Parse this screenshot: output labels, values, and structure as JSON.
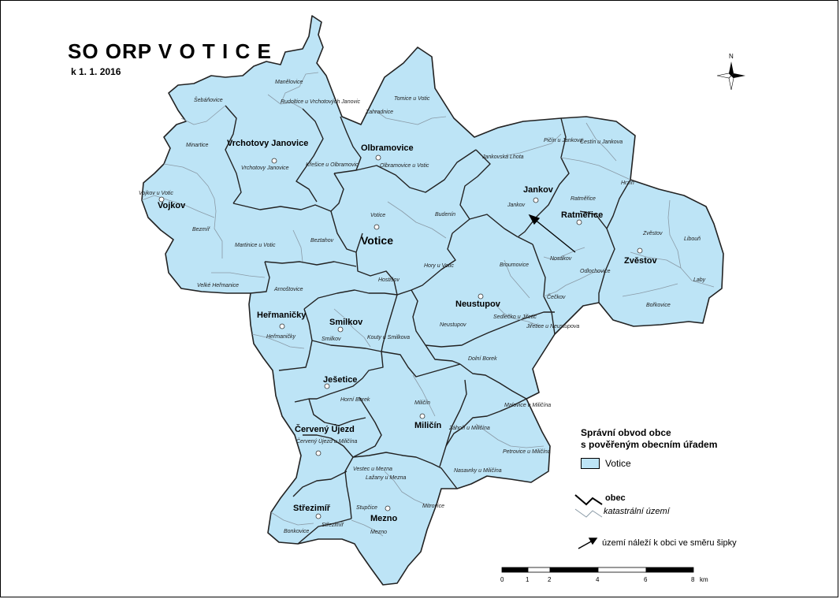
{
  "title": "SO ORP V O T I C E",
  "subtitle": "k 1. 1. 2016",
  "north_label": "N",
  "colors": {
    "fill": "#bde4f6",
    "obec_border": "#222222",
    "kat_border": "#8a9aa6"
  },
  "municipalities": [
    "Vrchotovy Janovice",
    "Olbramovice",
    "Vojkov",
    "Votice",
    "Jankov",
    "Ratměřice",
    "Zvěstov",
    "Heřmaničky",
    "Smilkov",
    "Neustupov",
    "Ješetice",
    "Červený Újezd",
    "Miličín",
    "Střezimíř",
    "Mezno"
  ],
  "cadastral_areas": [
    "Manělovice",
    "Šebáňovice",
    "Rudoltice u Vrchotových Janovic",
    "Tomice u Votic",
    "Zahradnice",
    "Minartice",
    "Vrchotovy Janovice",
    "Křešice u Olbramovic",
    "Olbramovice u Votic",
    "Pičín u Jankova",
    "Čestín u Jankova",
    "Jankovská Lhota",
    "Vojkov u Votic",
    "Hrzín",
    "Ratměřice",
    "Jankov",
    "Votice",
    "Budenín",
    "Bezmíř",
    "Beztahov",
    "Zvěstov",
    "Libouň",
    "Martinice u Votic",
    "Nosákov",
    "Hory u Votic",
    "Broumovice",
    "Odlochovice",
    "Laby",
    "Velké Heřmanice",
    "Hostišov",
    "Arnoštovice",
    "Čečkov",
    "Bořkovice",
    "Sedlečko u Jiřetic",
    "Jiřetice u Neustupova",
    "Neustupov",
    "Heřmaničky",
    "Smilkov",
    "Kouty u Smilkova",
    "Dolní Borek",
    "Horní Borek",
    "Miličín",
    "Malovice u Miličína",
    "Záhoří u Miličína",
    "Červený Újezd u Miličína",
    "Petrovice u Miličína",
    "Vestec u Mezna",
    "Lažany u Mezna",
    "Nasavrky u Miličína",
    "Stupčice",
    "Mitrovice",
    "Střezimíř",
    "Bonkovice",
    "Mezno"
  ],
  "legend": {
    "title_line1": "Správní obvod obce",
    "title_line2": "s pověřeným obecním úřadem",
    "swatch_label": "Votice",
    "obec_label": "obec",
    "kat_label": "katastrální území",
    "arrow_label": "území náleží k obci ve směru šipky"
  },
  "scale": {
    "ticks": [
      "0",
      "1",
      "2",
      "4",
      "6",
      "8"
    ],
    "unit": "km"
  }
}
